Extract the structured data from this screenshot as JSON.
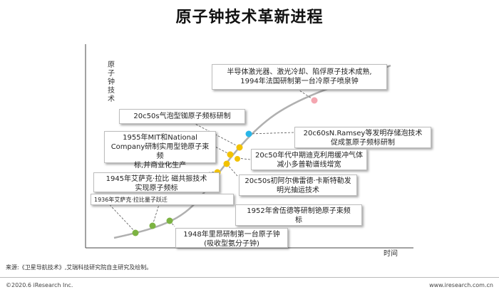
{
  "title": "原子钟技术革新进程",
  "axis": {
    "y_label": "原子钟技术",
    "x_label": "时间"
  },
  "events": [
    {
      "label": "半导体激光器、激光冷却、陷俘原子技术成熟,\n1994年法国研制第一台冷原子喷泉钟",
      "dot_color": "#f4a6b0"
    },
    {
      "label": "20c50s气泡型铷原子频标研制",
      "dot_color": "#f2c200"
    },
    {
      "label": "20c60sN.Ramsey等发明存储泡技术\n促成氢原子频标研制",
      "dot_color": "#29b6e8"
    },
    {
      "label": "1955年MIT和National\nCompany研制实用型铯原子束频\n标,并商业化生产",
      "dot_color": "#f2c200"
    },
    {
      "label": "20c50年代中期迪克利用缓冲气体\n减小多普勒谱线增宽",
      "dot_color": "#f2c200"
    },
    {
      "label": "20c50s初阿尔佛雷德·卡斯特勒发\n明光抽运技术",
      "dot_color": "#f2c200"
    },
    {
      "label": "1945年艾萨克·拉比 磁共振技术\n实现原子频标",
      "dot_color": "#7cb342"
    },
    {
      "label": "1936年艾萨克·拉比量子跃迁",
      "dot_color": "#7cb342"
    },
    {
      "label": "1952年舍伍德等研制铯原子束频\n标",
      "dot_color": "#7cb342"
    },
    {
      "label": "1948年里昂研制第一台原子钟\n(吸收型氨分子钟)",
      "dot_color": "#7cb342"
    }
  ],
  "source": "来源:《卫星导航技术》,艾瑞科技研究院自主研究及绘制。",
  "footer": {
    "copyright": "©2020.6 iResearch Inc.",
    "website": "www.iresearch.com.cn"
  },
  "colors": {
    "curve": "#b0b0b0",
    "axis": "#444444",
    "green": "#7cb342",
    "yellow": "#f2c200",
    "blue": "#29b6e8",
    "pink": "#f4a6b0"
  }
}
